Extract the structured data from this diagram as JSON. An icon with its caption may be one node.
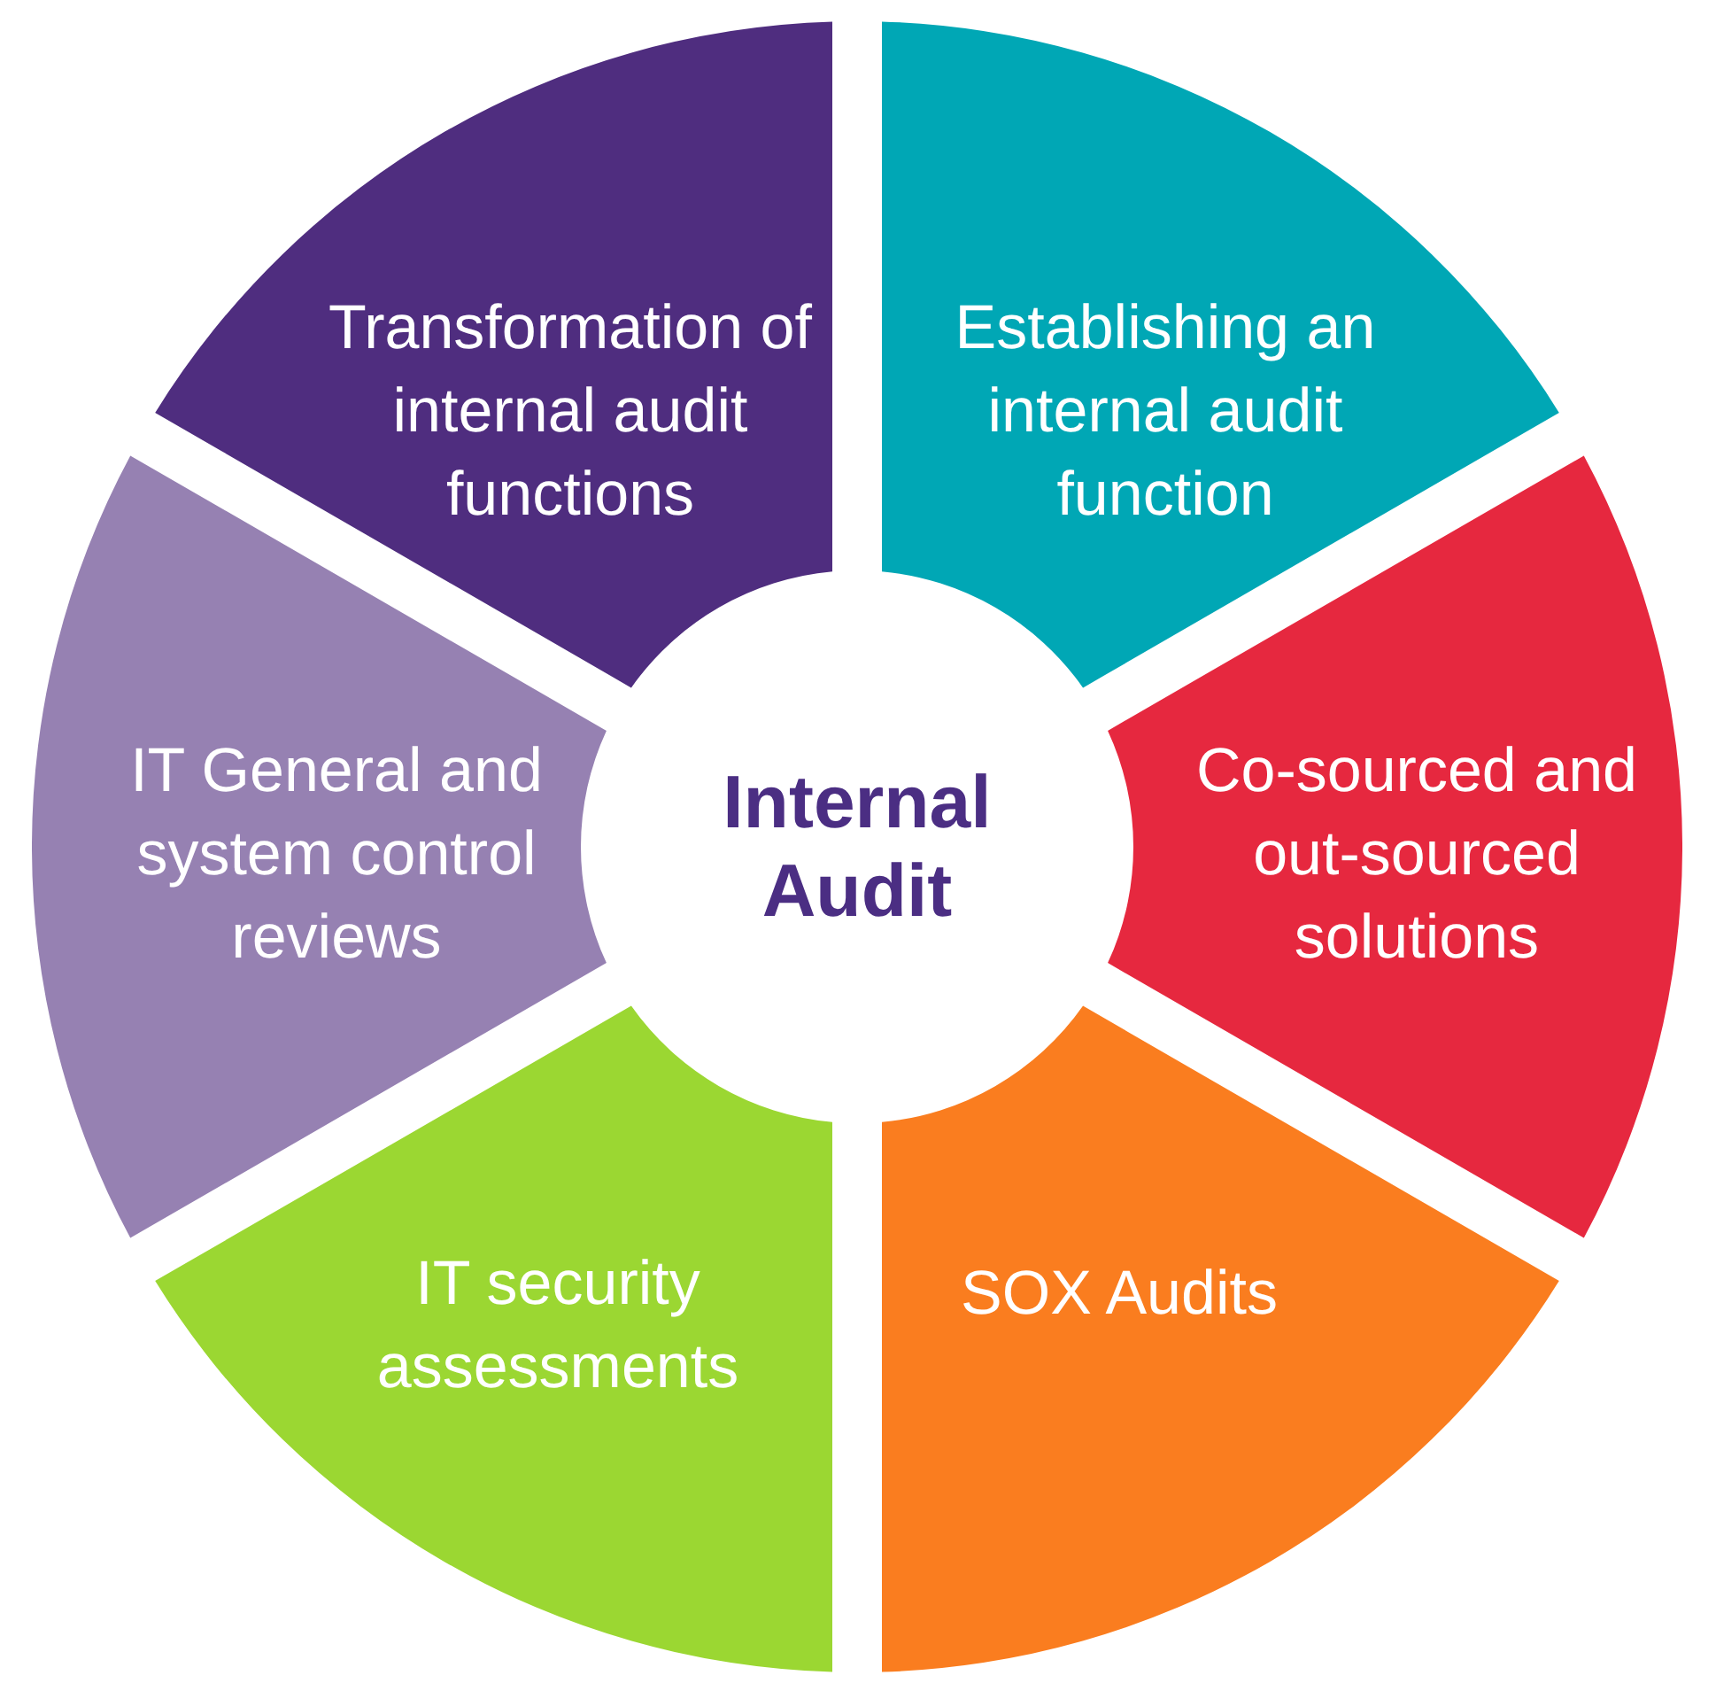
{
  "diagram": {
    "nodes": [
      {
        "text": [
          "Transformation of internal audit functions"
        ]
      },
      {
        "text": [
          "Establishing an internal audit function"
        ]
      },
      {
        "text": [
          "IT General and system control reviews"
        ]
      },
      {
        "text": [
          "Internal Audit"
        ]
      },
      {
        "text": [
          "Co-sourced and out-sourced solutions"
        ]
      },
      {
        "text": [
          "IT security assessments"
        ]
      },
      {
        "text": [
          "SOX Audits"
        ]
      }
    ]
  }
}
